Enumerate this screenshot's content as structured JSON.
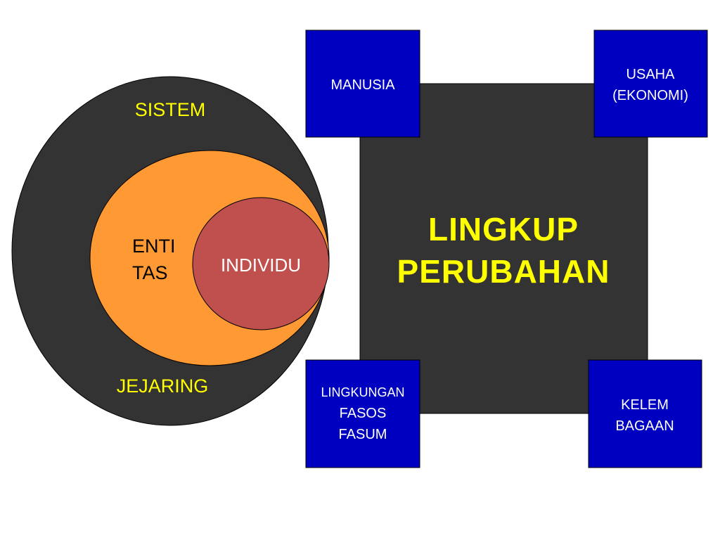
{
  "colors": {
    "dark_fill": "#333333",
    "orange_fill": "#ff9933",
    "red_fill": "#c0504d",
    "blue_box": "#0000c0",
    "yellow_text": "#ffff00",
    "white_text": "#ffffff",
    "black_text": "#000000"
  },
  "circles": {
    "outer": {
      "top_label": "SISTEM",
      "bottom_label": "JEJARING"
    },
    "middle": {
      "label_line1": "ENTI",
      "label_line2": "TAS"
    },
    "inner": {
      "label": "INDIVIDU"
    }
  },
  "center": {
    "title_line1": "LINGKUP",
    "title_line2": "PERUBAHAN"
  },
  "boxes": {
    "top_left": {
      "line1": "MANUSIA"
    },
    "top_right": {
      "line1": "USAHA",
      "line2": "(EKONOMI)"
    },
    "bottom_left": {
      "line1": "LINGKUNGAN",
      "line2": "FASOS",
      "line3": "FASUM"
    },
    "bottom_right": {
      "line1": "KELEM",
      "line2": "BAGAAN"
    }
  }
}
